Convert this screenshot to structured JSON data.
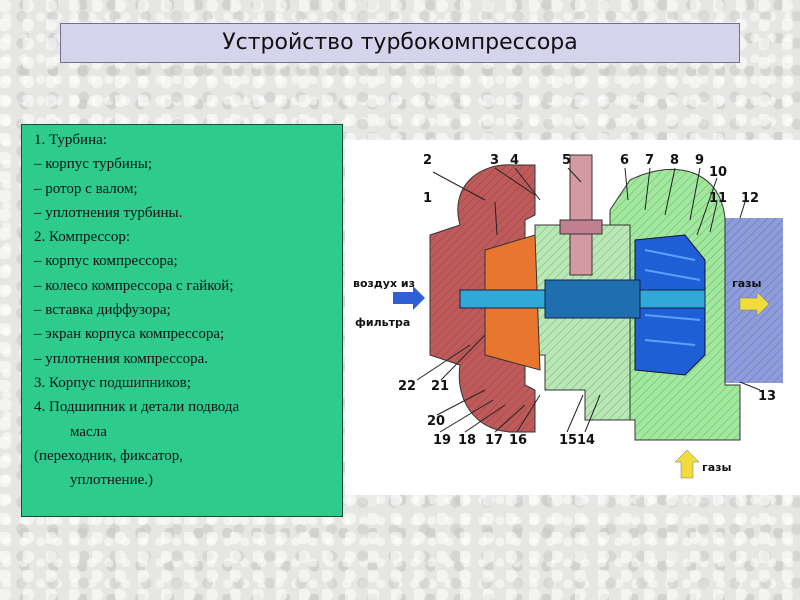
{
  "title": "Устройство турбокомпрессора",
  "legend": {
    "lines": [
      {
        "text": "1.  Турбина:",
        "indent": "i1"
      },
      {
        "text": "– корпус турбины;",
        "indent": "i1"
      },
      {
        "text": "– ротор с валом;",
        "indent": "i1"
      },
      {
        "text": "– уплотнения турбины.",
        "indent": "i1"
      },
      {
        "text": "2. Компрессор:",
        "indent": "i1"
      },
      {
        "text": " – корпус компрессора;",
        "indent": "i1"
      },
      {
        "text": " – колесо компрессора с гайкой;",
        "indent": "i1"
      },
      {
        "text": "– вставка диффузора;",
        "indent": "i1"
      },
      {
        "text": "– экран корпуса компрессора;",
        "indent": "i1"
      },
      {
        "text": "– уплотнения компрессора.",
        "indent": "i1"
      },
      {
        "text": "3.  Корпус подшипников;",
        "indent": "i1"
      },
      {
        "text": "4.  Подшипник и детали подвода",
        "indent": "i1"
      },
      {
        "text": "масла",
        "indent": "i2"
      },
      {
        "text": "(переходник, фиксатор,",
        "indent": "i1"
      },
      {
        "text": "уплотнение.)",
        "indent": "i2"
      }
    ]
  },
  "diagram": {
    "callouts": [
      "1",
      "2",
      "3",
      "4",
      "5",
      "6",
      "7",
      "8",
      "9",
      "10",
      "11",
      "12",
      "13",
      "14",
      "15",
      "16",
      "17",
      "18",
      "19",
      "20",
      "21",
      "22"
    ],
    "flow_labels": {
      "air_in_1": "воздух из",
      "air_in_2": "фильтра",
      "gas_out": "газы",
      "gas_in": "газы"
    },
    "colors": {
      "compressor_housing": "#c05a5a",
      "compressor_wheel": "#e8762e",
      "bearing_housing": "#b8e8b4",
      "turbine_wheel": "#1f5fd6",
      "turbine_housing": "#a0e89c",
      "exhaust_pipe": "#8c9cdc",
      "bolt": "#d49aa4",
      "shaft": "#30a8d8",
      "arrow_air": "#2f5fd4",
      "arrow_gas": "#f0dc3c"
    }
  }
}
